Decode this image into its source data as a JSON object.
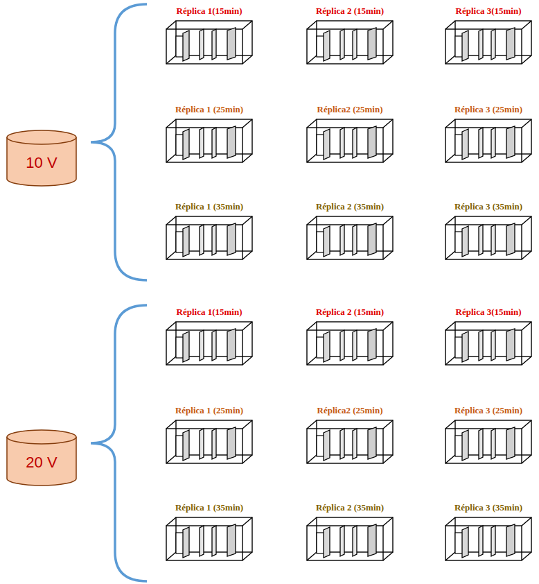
{
  "diagram": {
    "nodes": [
      {
        "text": [
          "10 V"
        ]
      },
      {
        "text": [
          "20 V"
        ]
      }
    ],
    "labels": [
      "Réplica 1(15min)",
      "Réplica 2 (15min)",
      "Réplica 3(15min)",
      "Réplica 1 (25min)",
      "Réplica2 (25min)",
      "Réplica 3 (25min)",
      "Réplica 1 (35min)",
      "Réplica 2 (35min)",
      "Réplica 3 (35min)",
      "Réplica 1(15min)",
      "Réplica 2 (15min)",
      "Réplica 3(15min)",
      "Réplica 1 (25min)",
      "Réplica2 (25min)",
      "Réplica 3 (25min)",
      "Réplica 1 (35min)",
      "Réplica 2 (35min)",
      "Réplica 3 (35min)"
    ]
  }
}
